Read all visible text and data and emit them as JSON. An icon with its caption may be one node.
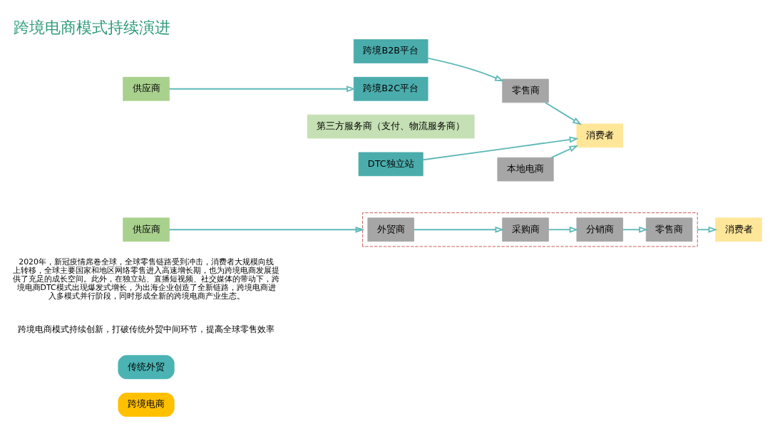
{
  "diagram": {
    "title": "跨境电商模式持续演进",
    "nodes": [
      {
        "text": [
          "传统外贸"
        ]
      },
      {
        "text": [
          "供应商"
        ]
      },
      {
        "text": [],
        "shape": "box"
      },
      {
        "text": [
          "外贸商"
        ],
        "in": 2
      },
      {
        "text": [
          "采购商"
        ],
        "in": 2
      },
      {
        "text": [
          "分销商"
        ],
        "in": 2
      },
      {
        "text": [
          "零售商"
        ],
        "in": 2
      },
      {
        "text": [
          "消费者"
        ]
      },
      {
        "text": [
          "跨境电商"
        ]
      },
      {
        "text": [
          "供应商"
        ]
      },
      {
        "text": [
          "跨境B2B平台"
        ]
      },
      {
        "text": [
          "跨境B2C平台"
        ]
      },
      {
        "text": [
          "DTC独立站"
        ]
      },
      {
        "text": [
          "第三方服务商（支付、物流服务商）"
        ]
      },
      {
        "text": [
          "零售商"
        ]
      },
      {
        "text": [
          "本地电商"
        ]
      },
      {
        "text": [
          "消费者"
        ]
      }
    ],
    "edges": [
      {
        "from": 1,
        "to": 2,
        "arrow": "to"
      },
      {
        "from": 3,
        "to": 4,
        "arrow": "to"
      },
      {
        "from": 4,
        "to": 5,
        "arrow": "to"
      },
      {
        "from": 5,
        "to": 6,
        "arrow": "to"
      },
      {
        "from": 2,
        "to": 7,
        "arrow": "to"
      },
      {
        "from": 9,
        "to": 11,
        "arrow": "to"
      },
      {
        "from": 10,
        "to": 14,
        "arrow": "to"
      },
      {
        "from": 14,
        "to": 16,
        "arrow": "to"
      },
      {
        "from": 15,
        "to": 16,
        "arrow": "to"
      },
      {
        "from": 12,
        "to": 16,
        "arrow": "to"
      }
    ],
    "labels": [
      "2020年，新冠疫情席卷全球，全球零售链路受到冲击，消费者大规模向线上转移，全球主要国家和地区网络零售进入高速增长期，也为跨境电商发展提供了充足的成长空间。此外，在独立站、直播短视频、社交媒体的带动下，跨境电商DTC模式出现爆发式增长，为出海企业创造了全新链路，跨境电商进入多模式并行阶段，同时形成全新的跨境电商产业生态。",
      "跨境电商模式持续创新，打破传统外贸中间环节，提高全球零售效率"
    ]
  }
}
